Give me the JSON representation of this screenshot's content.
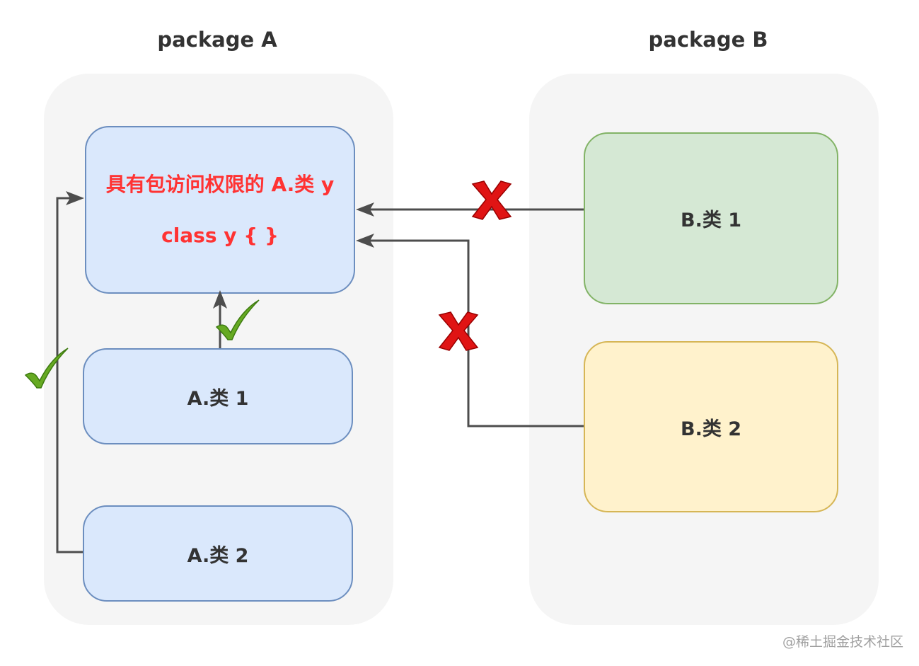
{
  "package_a": {
    "title": "package A",
    "target_class": {
      "line1": "具有包访问权限的 A.类 y",
      "line2": "class y { }"
    },
    "class1": "A.类 1",
    "class2": "A.类 2"
  },
  "package_b": {
    "title": "package B",
    "class1": "B.类 1",
    "class2": "B.类 2"
  },
  "access": {
    "a_class1_to_y": "allowed",
    "a_class2_to_y": "allowed",
    "b_class1_to_y": "denied",
    "b_class2_to_y": "denied"
  },
  "colors": {
    "title_text": "#333333",
    "target_text": "#ff3333",
    "blue_fill": "#dae8fc",
    "blue_stroke": "#6c8ebf",
    "green_fill": "#d5e8d4",
    "green_stroke": "#82b366",
    "yellow_fill": "#fff2cc",
    "yellow_stroke": "#d6b656",
    "arrow": "#555555",
    "check": "#66aa22",
    "cross": "#dd1111"
  },
  "watermark": "@稀土掘金技术社区"
}
